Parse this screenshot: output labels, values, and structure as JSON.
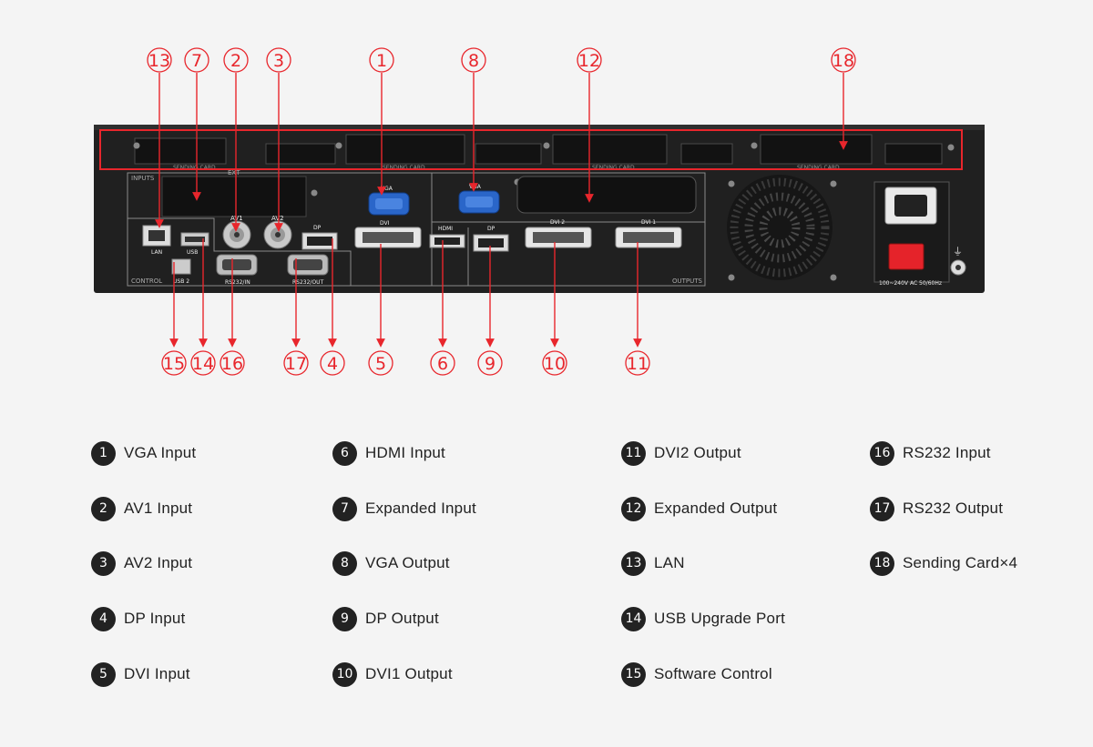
{
  "device": {
    "sending_card_label": "SENDING CARD",
    "inputs_label": "INPUTS",
    "ext_label": "EXT",
    "outputs_label": "OUTPUTS",
    "control_label": "CONTROL",
    "ports": {
      "lan": "LAN",
      "usb": "USB",
      "usb2": "USB 2",
      "av1": "AV1",
      "av2": "AV2",
      "dp_in": "DP",
      "vga_in": "VGA",
      "dvi_in": "DVI",
      "rs232_in": "RS232/IN",
      "rs232_out": "RS232/OUT",
      "hdmi": "HDMI",
      "vga_out": "VGA",
      "dp_out": "DP",
      "dvi2": "DVI 2",
      "dvi1": "DVI 1"
    },
    "power_label": "100~240V AC 50/60Hz"
  },
  "colors": {
    "callout": "#e8262c",
    "chassis": "#202020",
    "legend_circle": "#222222"
  },
  "callouts_top": [
    "13",
    "7",
    "2",
    "3",
    "1",
    "8",
    "12",
    "18"
  ],
  "callouts_bottom": [
    "15",
    "14",
    "16",
    "17",
    "4",
    "5",
    "6",
    "9",
    "10",
    "11"
  ],
  "legend": [
    {
      "num": "1",
      "label": "VGA Input"
    },
    {
      "num": "2",
      "label": "AV1 Input"
    },
    {
      "num": "3",
      "label": "AV2 Input"
    },
    {
      "num": "4",
      "label": "DP Input"
    },
    {
      "num": "5",
      "label": "DVI Input"
    },
    {
      "num": "6",
      "label": "HDMI Input"
    },
    {
      "num": "7",
      "label": "Expanded Input"
    },
    {
      "num": "8",
      "label": "VGA Output"
    },
    {
      "num": "9",
      "label": "DP Output"
    },
    {
      "num": "10",
      "label": "DVI1 Output"
    },
    {
      "num": "11",
      "label": "DVI2 Output"
    },
    {
      "num": "12",
      "label": "Expanded Output"
    },
    {
      "num": "13",
      "label": "LAN"
    },
    {
      "num": "14",
      "label": "USB Upgrade Port"
    },
    {
      "num": "15",
      "label": "Software Control"
    },
    {
      "num": "16",
      "label": "RS232 Input"
    },
    {
      "num": "17",
      "label": "RS232 Output"
    },
    {
      "num": "18",
      "label": "Sending Card×4"
    }
  ]
}
